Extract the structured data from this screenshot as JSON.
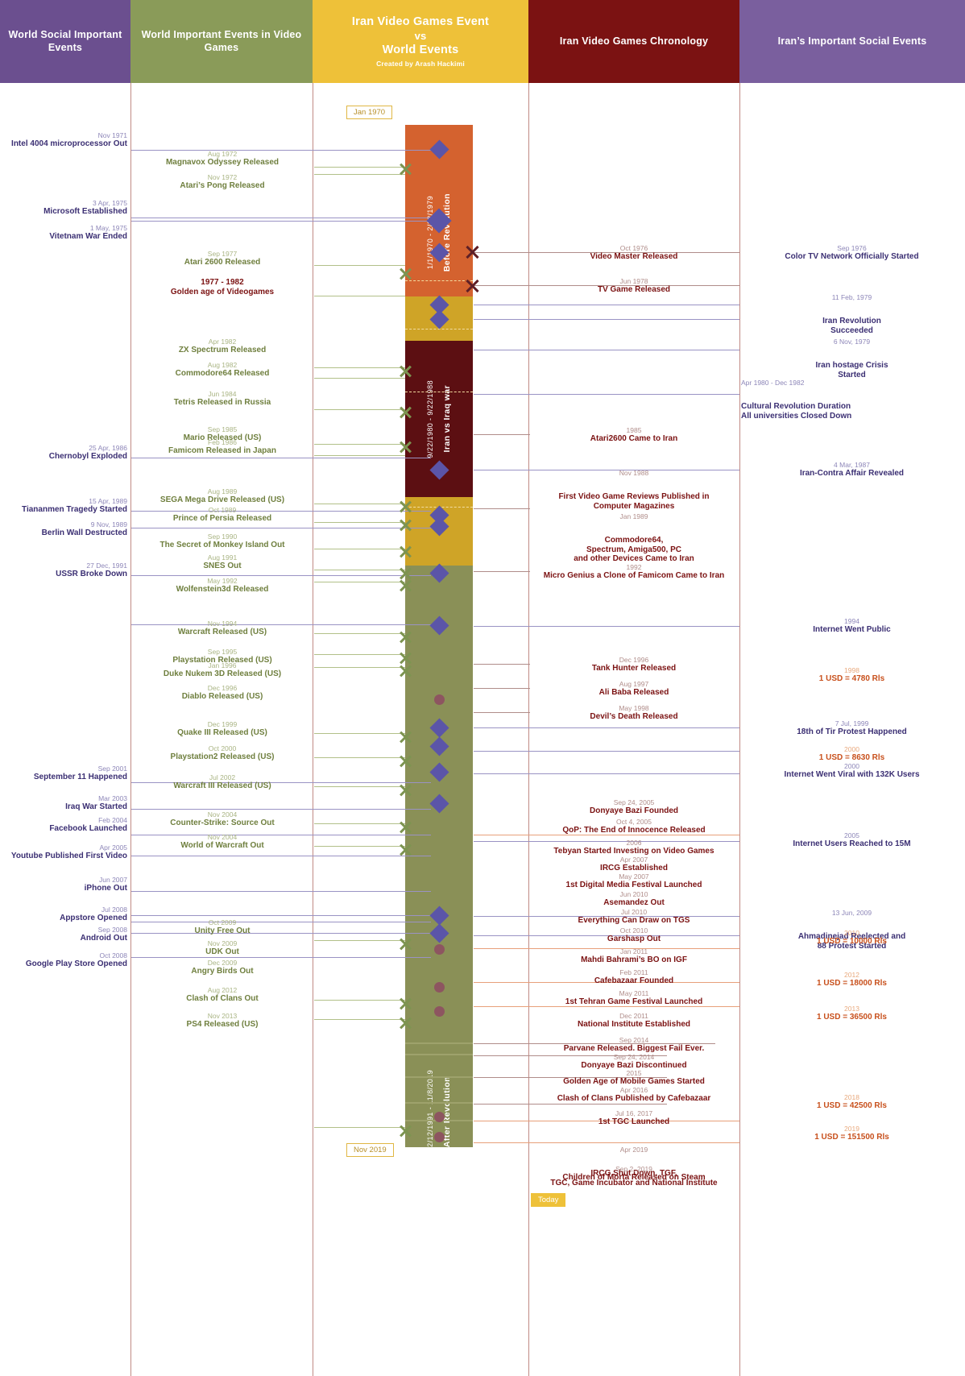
{
  "header": {
    "columns": [
      {
        "id": "world-social",
        "label": "World Social Important Events",
        "color": "#6b4f8f"
      },
      {
        "id": "world-games",
        "label": "World Important Events in Video Games",
        "color": "#8a9b59"
      },
      {
        "id": "center",
        "title_1": "Iran Video Games Event",
        "vs": "vs",
        "title_2": "World Events",
        "credit": "Created by Arash Hackimi",
        "color": "#eec139"
      },
      {
        "id": "iran-chronology",
        "label": "Iran Video Games Chronology",
        "color": "#7b1212"
      },
      {
        "id": "iran-social",
        "label": "Iran’s Important Social Events",
        "color": "#7a5f9e"
      }
    ]
  },
  "markers": {
    "start": "Jan 1970",
    "end": "Nov 2019",
    "today": "Today"
  },
  "eras": [
    {
      "id": "before-revolution",
      "name": "Before Revolution",
      "range": "1/1/1970 - 2/12/1979",
      "color": "#d4622f"
    },
    {
      "id": "gold-gap-1",
      "name": "",
      "range": "",
      "color": "#cfa427"
    },
    {
      "id": "iran-iraq-war",
      "name": "Iran vs Iraq war",
      "range": "9/22/1980 - 9/22/1988",
      "color": "#5c0f12"
    },
    {
      "id": "gold-gap-2",
      "name": "",
      "range": "",
      "color": "#cfa427"
    },
    {
      "id": "after-revolution",
      "name": "After Revolution",
      "range": "2/12/1991 - 11/8/2019",
      "color": "#8a9057"
    }
  ],
  "world_social_events": [
    {
      "date": "Nov 1971",
      "title": "Intel 4004 microprocessor Out"
    },
    {
      "date": "3 Apr, 1975",
      "title": "Microsoft Established"
    },
    {
      "date": "1 May, 1975",
      "title": "Vitetnam War Ended"
    },
    {
      "date": "25 Apr, 1986",
      "title": "Chernobyl Exploded"
    },
    {
      "date": "15 Apr, 1989",
      "title": "Tiananmen Tragedy Started"
    },
    {
      "date": "9 Nov, 1989",
      "title": "Berlin Wall Destructed"
    },
    {
      "date": "27 Dec, 1991",
      "title": "USSR Broke Down"
    },
    {
      "date": "Sep 2001",
      "title": "September 11 Happened"
    },
    {
      "date": "Mar 2003",
      "title": "Iraq War Started"
    },
    {
      "date": "Feb 2004",
      "title": "Facebook Launched"
    },
    {
      "date": "Apr 2005",
      "title": "Youtube Published First Video"
    },
    {
      "date": "Jun 2007",
      "title": "iPhone Out"
    },
    {
      "date": "Jul 2008",
      "title": "Appstore Opened"
    },
    {
      "date": "Sep 2008",
      "title": "Android  Out"
    },
    {
      "date": "Oct 2008",
      "title": "Google Play Store Opened"
    }
  ],
  "world_game_events": [
    {
      "date": "Aug 1972",
      "title": "Magnavox Odyssey Released"
    },
    {
      "date": "Nov 1972",
      "title": "Atari’s Pong Released"
    },
    {
      "date": "Sep 1977",
      "title": "Atari 2600 Released"
    },
    {
      "date": "1977 - 1982",
      "title": "Golden age of Videogames",
      "highlight": true
    },
    {
      "date": "Apr 1982",
      "title": "ZX Spectrum Released"
    },
    {
      "date": "Aug 1982",
      "title": "Commodore64 Released"
    },
    {
      "date": "Jun 1984",
      "title": "Tetris Released in Russia"
    },
    {
      "date": "Sep 1985",
      "title": "Mario Released (US)"
    },
    {
      "date": "Feb 1986",
      "title": "Famicom Released in Japan"
    },
    {
      "date": "Aug 1989",
      "title": "SEGA Mega Drive Released (US)"
    },
    {
      "date": "Oct 1989",
      "title": "Prince of Persia Released"
    },
    {
      "date": "Sep 1990",
      "title": "The Secret of Monkey Island Out"
    },
    {
      "date": "Aug 1991",
      "title": "SNES Out"
    },
    {
      "date": "May 1992",
      "title": "Wolfenstein3d Released"
    },
    {
      "date": "Nov 1994",
      "title": "Warcraft Released (US)"
    },
    {
      "date": "Sep 1995",
      "title": "Playstation Released (US)"
    },
    {
      "date": "Jan 1996",
      "title": "Duke Nukem 3D Released (US)"
    },
    {
      "date": "Dec 1996",
      "title": "Diablo Released (US)"
    },
    {
      "date": "Dec 1999",
      "title": "Quake III Released (US)"
    },
    {
      "date": "Oct 2000",
      "title": "Playstation2  Released (US)"
    },
    {
      "date": "Jul 2002",
      "title": "Warcraft III Released (US)"
    },
    {
      "date": "Nov 2004",
      "title": "Counter-Strike: Source Out"
    },
    {
      "date": "Nov 2004",
      "title": "World of Warcraft Out"
    },
    {
      "date": "Oct 2009",
      "title": "Unity Free Out"
    },
    {
      "date": "Nov 2009",
      "title": "UDK Out"
    },
    {
      "date": "Dec 2009",
      "title": "Angry Birds Out"
    },
    {
      "date": "Aug 2012",
      "title": "Clash of Clans Out"
    },
    {
      "date": "Nov 2013",
      "title": "PS4 Released (US)"
    }
  ],
  "iran_chronology_events": [
    {
      "date": "Oct 1976",
      "title": "Video Master Released"
    },
    {
      "date": "Jun 1978",
      "title": "TV Game Released"
    },
    {
      "date": "1985",
      "title": "Atari2600 Came to Iran"
    },
    {
      "date": "Nov 1988",
      "title": "First Video Game Reviews Published in\nComputer Magazines"
    },
    {
      "date": "Jan 1989",
      "title": "Commodore64,\nSpectrum, Amiga500, PC\nand other Devices Came to Iran"
    },
    {
      "date": "1992",
      "title": "Micro Genius  a Clone of Famicom Came to Iran"
    },
    {
      "date": "Dec 1996",
      "title": "Tank Hunter Released"
    },
    {
      "date": "Aug 1997",
      "title": "Ali Baba Released"
    },
    {
      "date": "May 1998",
      "title": "Devil’s Death Released"
    },
    {
      "date": "Sep 24, 2005",
      "title": "Donyaye Bazi Founded"
    },
    {
      "date": "Oct 4, 2005",
      "title": "QoP: The End of Innocence Released"
    },
    {
      "date": "2006",
      "title": "Tebyan Started Investing on Video Games"
    },
    {
      "date": "Apr 2007",
      "title": "IRCG  Established"
    },
    {
      "date": "May 2007",
      "title": "1st Digital Media Festival Launched"
    },
    {
      "date": "Jun 2010",
      "title": "Asemandez Out"
    },
    {
      "date": "Jul 2010",
      "title": "Everything Can Draw on TGS"
    },
    {
      "date": "Oct 2010",
      "title": "Garshasp Out"
    },
    {
      "date": "Jan 2011",
      "title": "Mahdi Bahrami’s BO on IGF"
    },
    {
      "date": "Feb 2011",
      "title": "Cafebazaar Founded"
    },
    {
      "date": "May 2011",
      "title": "1st Tehran Game Festival Launched"
    },
    {
      "date": "Dec 2011",
      "title": "National Institute Established"
    },
    {
      "date": "Sep 2014",
      "title": "Parvane Released. Biggest Fail Ever."
    },
    {
      "date": "Sep 24, 2014",
      "title": "Donyaye Bazi Discontinued"
    },
    {
      "date": "2015",
      "title": "Golden Age of Mobile Games Started"
    },
    {
      "date": "Apr 2016",
      "title": "Clash of Clans Published by Cafebazaar"
    },
    {
      "date": "Jul 16, 2017",
      "title": "1st TGC Launched"
    },
    {
      "date": "Apr 2019",
      "title": "IRCG Shut Down, TGF,\nTGC, Game Incubator and National Institute"
    },
    {
      "date": "Sep 2, 2019",
      "title": "Children of Morta Released on Steam"
    }
  ],
  "iran_social_events": [
    {
      "date": "Sep 1976",
      "title": "Color TV Network Officially Started"
    },
    {
      "date": "11 Feb, 1979",
      "title": "Iran Revolution\nSucceeded"
    },
    {
      "date": "6 Nov, 1979",
      "title": "Iran hostage Crisis\nStarted"
    },
    {
      "date": "Apr 1980 - Dec 1982",
      "title": "Cultural Revolution Duration\nAll universities Closed Down"
    },
    {
      "date": "4 Mar, 1987",
      "title": "Iran-Contra Affair Revealed"
    },
    {
      "date": "1994",
      "title": "Internet Went Public"
    },
    {
      "date": "1998",
      "title": "1 USD = 4780 Rls",
      "currency": true
    },
    {
      "date": "7 Jul, 1999",
      "title": "18th of Tir Protest Happened"
    },
    {
      "date": "2000",
      "title": "1 USD = 8630 Rls",
      "currency": true
    },
    {
      "date": "2000",
      "title": "Internet Went Viral with 132K Users"
    },
    {
      "date": "2005",
      "title": "Internet Users Reached to 15M"
    },
    {
      "date": "13 Jun, 2009",
      "title": "Ahmadinejad Reelected and\n88 Protest Started"
    },
    {
      "date": "2010",
      "title": "1 USD =  10000 Rls",
      "currency": true
    },
    {
      "date": "2012",
      "title": "1 USD =  18000 Rls",
      "currency": true
    },
    {
      "date": "2013",
      "title": "1 USD = 36500 Rls",
      "currency": true
    },
    {
      "date": "2018",
      "title": "1 USD = 42500 Rls",
      "currency": true
    },
    {
      "date": "2019",
      "title": "1 USD = 151500 Rls",
      "currency": true
    }
  ]
}
